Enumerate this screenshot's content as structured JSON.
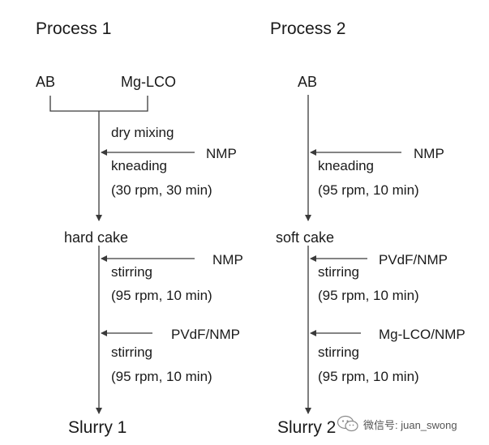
{
  "process1": {
    "title": "Process 1",
    "input_a": "AB",
    "input_b": "Mg-LCO",
    "step1_label": "dry mixing",
    "step1_add": "NMP",
    "step1_name": "kneading",
    "step1_params": "(30 rpm, 30 min)",
    "intermediate": "hard cake",
    "step2_add": "NMP",
    "step2_name": "stirring",
    "step2_params": "(95 rpm, 10 min)",
    "step3_add": "PVdF/NMP",
    "step3_name": "stirring",
    "step3_params": "(95 rpm, 10 min)",
    "output": "Slurry 1"
  },
  "process2": {
    "title": "Process 2",
    "input_a": "AB",
    "step1_add": "NMP",
    "step1_name": "kneading",
    "step1_params": "(95 rpm, 10 min)",
    "intermediate": "soft cake",
    "step2_add": "PVdF/NMP",
    "step2_name": "stirring",
    "step2_params": "(95 rpm, 10 min)",
    "step3_add": "Mg-LCO/NMP",
    "step3_name": "stirring",
    "step3_params": "(95 rpm, 10 min)",
    "output": "Slurry 2"
  },
  "watermark": {
    "text": "微信号: juan_swong",
    "icon": "wechat-icon"
  },
  "colors": {
    "line": "#3a3a3a",
    "text": "#1a1a1a"
  }
}
